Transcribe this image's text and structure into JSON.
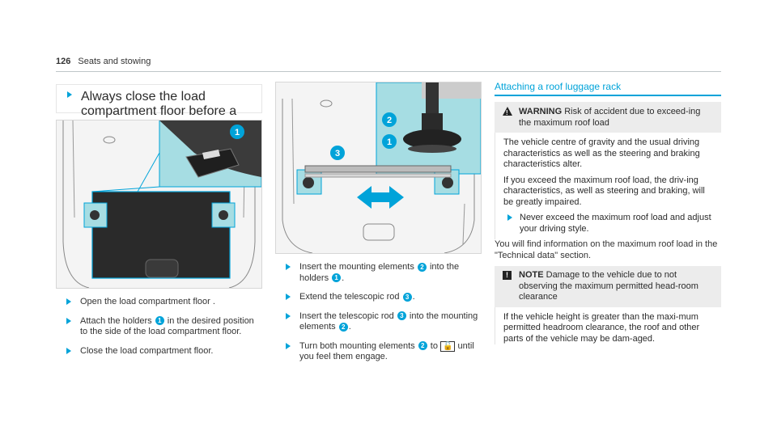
{
  "header": {
    "page_number": "126",
    "section": "Seats and stowing"
  },
  "col1": {
    "note_step": "Always close the load compartment floor before a journey.",
    "steps": [
      {
        "parts": [
          "Open the load compartment floor ."
        ]
      },
      {
        "parts": [
          "Attach the holders ",
          "1",
          " in the desired position to the side of the load compartment floor."
        ]
      },
      {
        "parts": [
          "Close the load compartment floor."
        ]
      }
    ],
    "figure_callouts": [
      "1"
    ]
  },
  "col2": {
    "figure_callouts": [
      "2",
      "1",
      "3"
    ],
    "steps": [
      {
        "a": "Insert the mounting elements ",
        "n": "2",
        "b": " into the holders ",
        "n2": "1",
        "c": "."
      },
      {
        "a": "Extend the telescopic rod ",
        "n": "3",
        "b": "."
      },
      {
        "a": "Insert the telescopic rod ",
        "n": "3",
        "b": " into the mounting elements ",
        "n2": "2",
        "c": "."
      },
      {
        "a": "Turn both mounting elements ",
        "n": "2",
        "b": " to ",
        "lock": "🔓",
        "c": " until you feel them engage."
      }
    ]
  },
  "col3": {
    "title": "Attaching a roof luggage rack",
    "warning": {
      "label": "WARNING",
      "text": "Risk of accident due to exceed-ing the maximum roof load",
      "p1": "The vehicle centre of gravity and the usual driving characteristics as well as the steering and braking characteristics alter.",
      "p2": "If you exceed the maximum roof load, the driv-ing characteristics, as well as steering and braking, will be greatly impaired.",
      "step": "Never exceed the maximum roof load and adjust your driving style."
    },
    "info": "You will find information on the maximum roof load in the \"Technical data\" section.",
    "note": {
      "label": "NOTE",
      "text": "Damage to the vehicle due to not observing the maximum permitted head-room clearance",
      "body": "If the vehicle height is greater than the maxi-mum permitted headroom clearance, the roof and other parts of the vehicle may be dam-aged."
    }
  },
  "colors": {
    "accent": "#00a3d9",
    "callout_bg": "#a6dde3"
  }
}
